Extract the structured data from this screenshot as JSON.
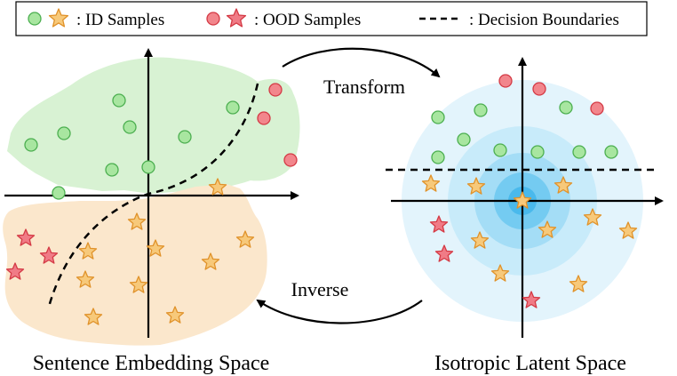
{
  "legend": {
    "id_label": ": ID Samples",
    "ood_label": ": OOD Samples",
    "boundary_label": ": Decision Boundaries"
  },
  "arrows": {
    "forward_label": "Transform",
    "inverse_label": "Inverse"
  },
  "panels": {
    "left_title": "Sentence Embedding Space",
    "right_title": "Isotropic Latent Space"
  },
  "colors": {
    "id_fill": "#a8e6a0",
    "id_stroke": "#4caf50",
    "ood_fill": "#f2868c",
    "ood_stroke": "#d43a45",
    "star_fill": "#f7c97a",
    "star_stroke": "#e0922a",
    "ood_star_fill": "#f07b86",
    "ood_star_stroke": "#d43a45",
    "green_region": "#d8f2d3",
    "orange_region": "#fbe7cc",
    "ring_outer": "#e3f4fc",
    "ring_2": "#c8ebfa",
    "ring_3": "#a4ddf6",
    "ring_4": "#74cbf1",
    "ring_core": "#49b9ec"
  }
}
